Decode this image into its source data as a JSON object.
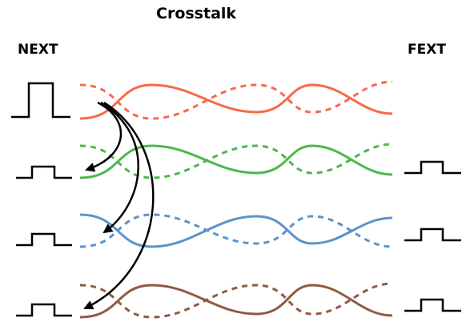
{
  "title": "Crosstalk",
  "next_label": "NEXT",
  "fext_label": "FEXT",
  "colors": {
    "pair_1": "#f8694a",
    "pair_2": "#4cb848",
    "pair_3": "#5b93cb",
    "pair_4": "#8f5a42",
    "pulse": "#000000",
    "arrow": "#000000"
  },
  "pairs": [
    {
      "id": "pair-1",
      "color_key": "pair_1",
      "near_end_pulse": "large",
      "far_end_pulse": "none"
    },
    {
      "id": "pair-2",
      "color_key": "pair_2",
      "near_end_pulse": "small",
      "far_end_pulse": "small"
    },
    {
      "id": "pair-3",
      "color_key": "pair_3",
      "near_end_pulse": "small",
      "far_end_pulse": "small"
    },
    {
      "id": "pair-4",
      "color_key": "pair_4",
      "near_end_pulse": "small",
      "far_end_pulse": "small"
    }
  ]
}
